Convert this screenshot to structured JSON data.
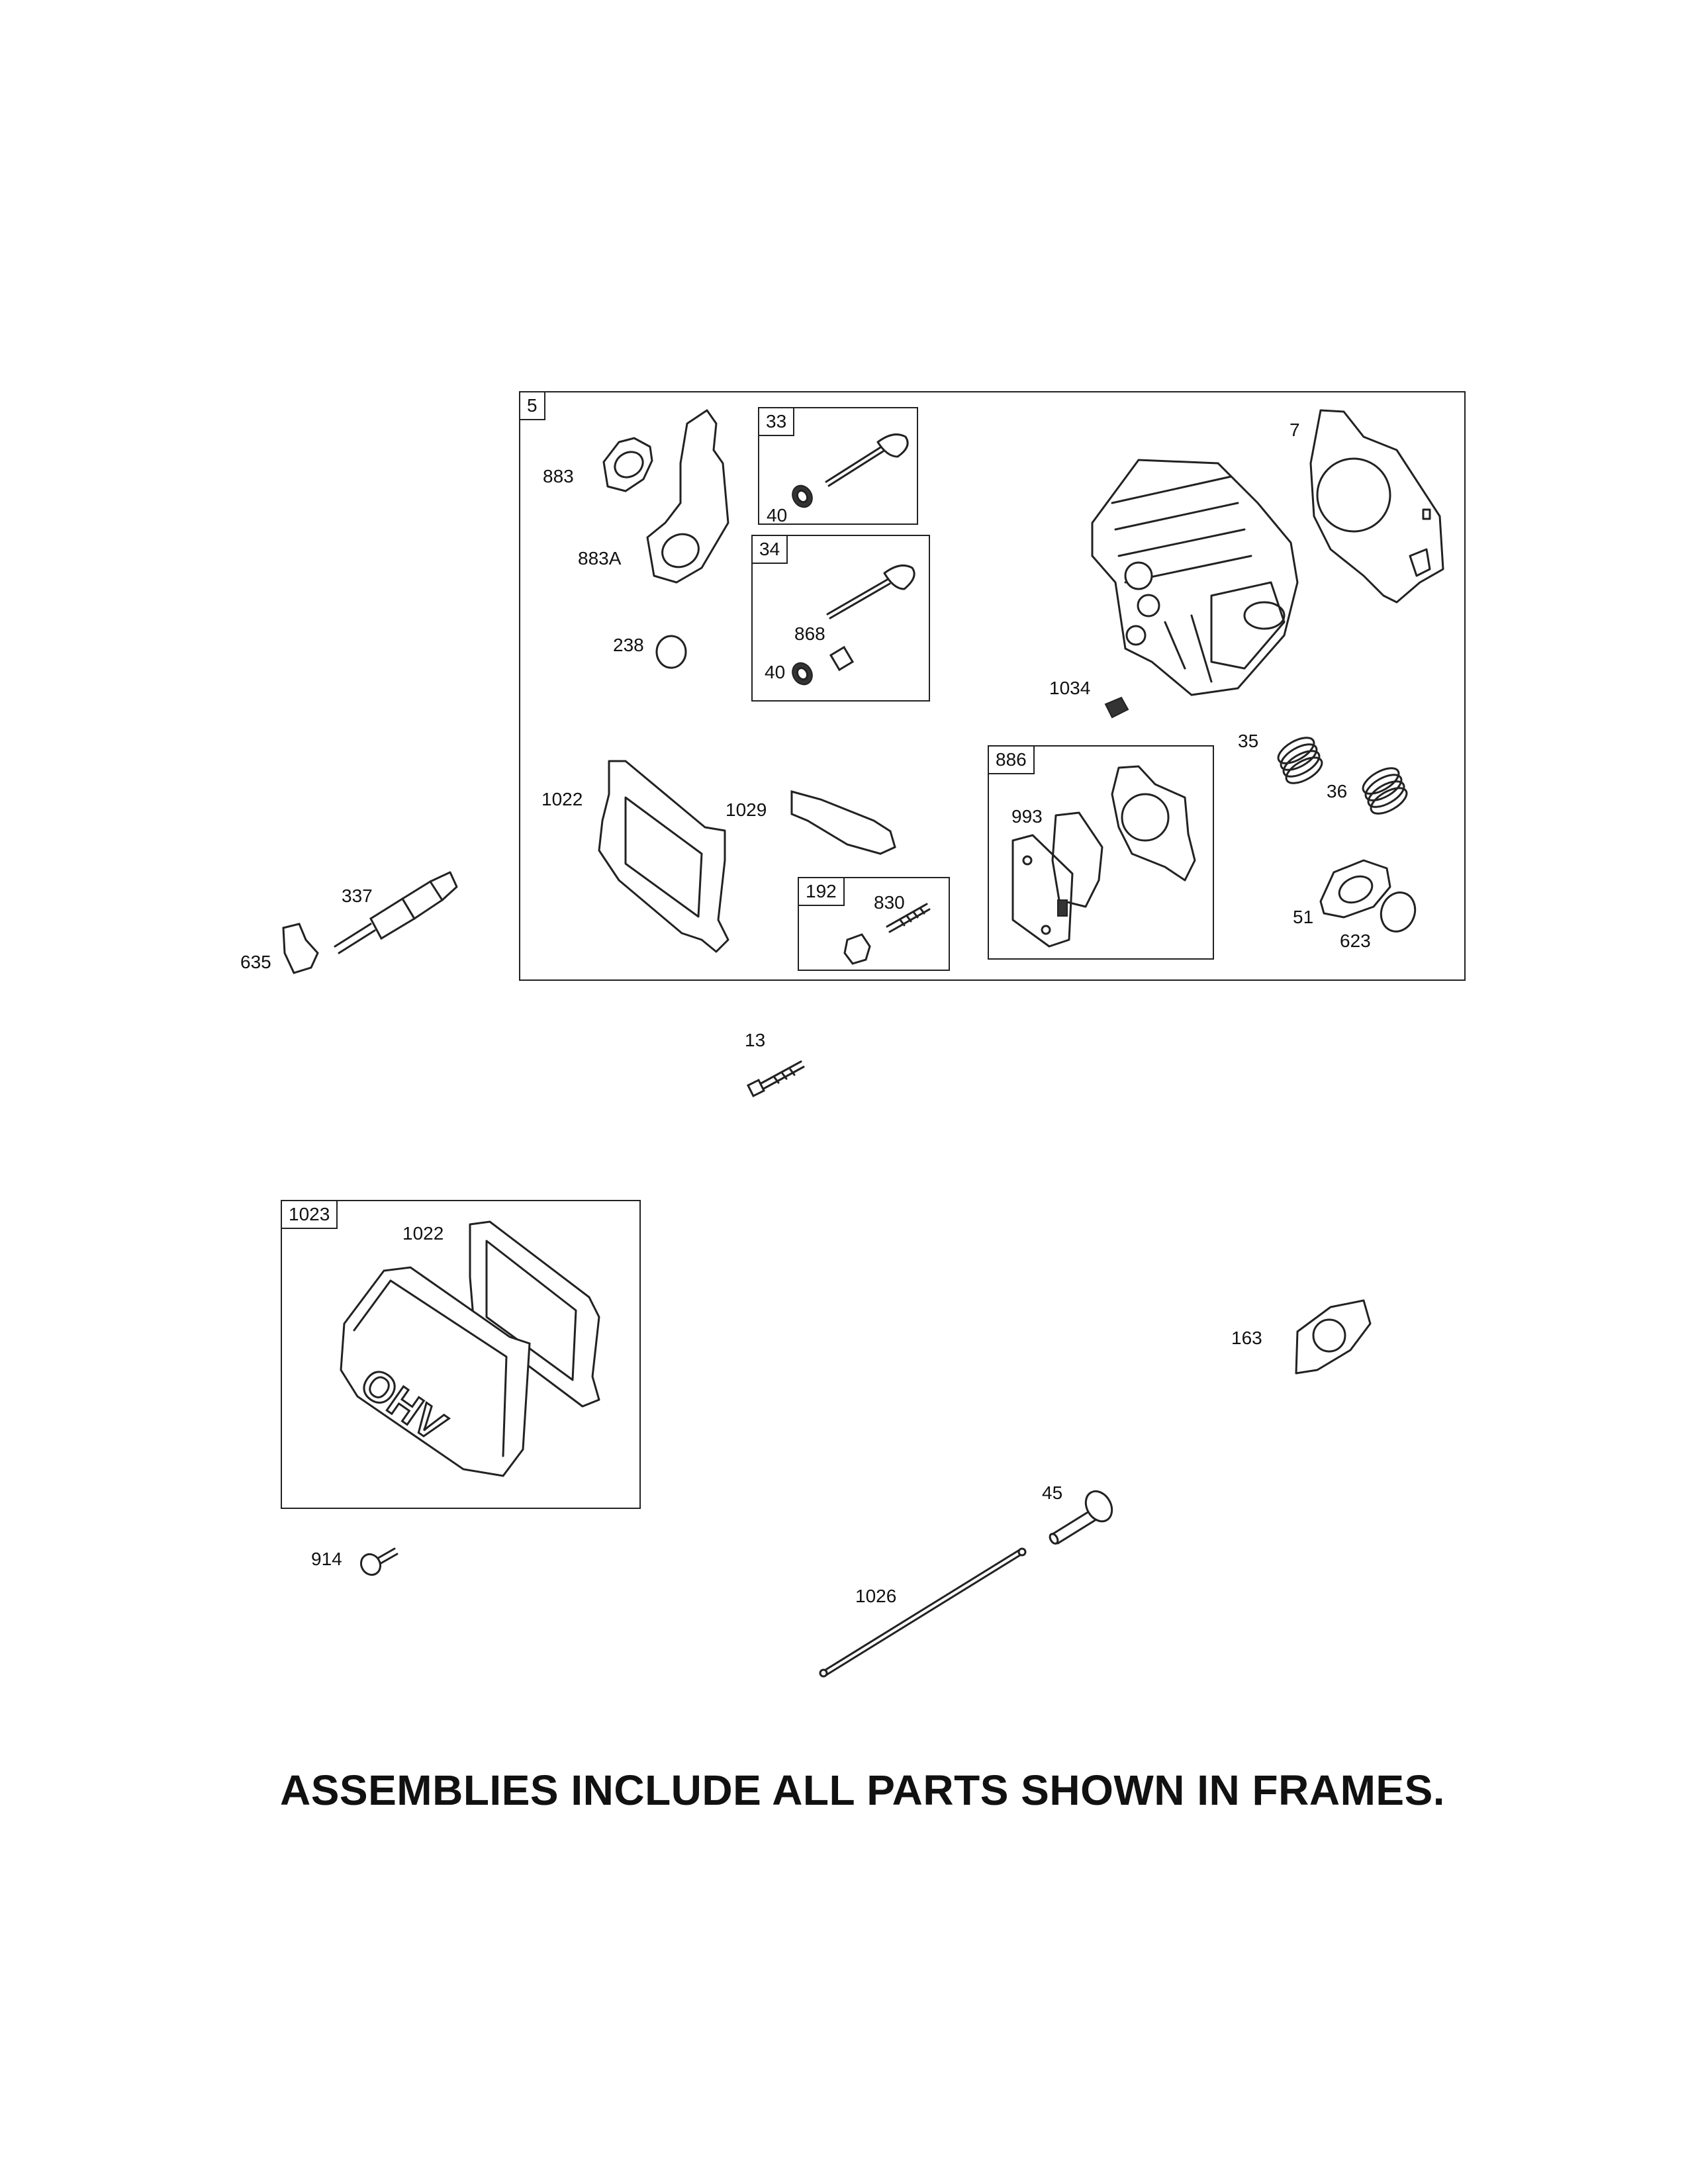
{
  "frames": [
    {
      "id": "5"
    },
    {
      "id": "33"
    },
    {
      "id": "34"
    },
    {
      "id": "886"
    },
    {
      "id": "192"
    },
    {
      "id": "1023"
    }
  ],
  "labels": {
    "p883": "883",
    "p883A": "883A",
    "p238": "238",
    "p40a": "40",
    "p40b": "40",
    "p868": "868",
    "p7": "7",
    "p1034": "1034",
    "p35": "35",
    "p36": "36",
    "p1022": "1022",
    "p1029": "1029",
    "p993": "993",
    "p830": "830",
    "p51": "51",
    "p623": "623",
    "p337": "337",
    "p635": "635",
    "p13": "13",
    "p1022b": "1022",
    "p163": "163",
    "p45": "45",
    "p914": "914",
    "p1026": "1026",
    "ohv": "OHV"
  },
  "footer": "ASSEMBLIES INCLUDE ALL PARTS SHOWN IN FRAMES."
}
